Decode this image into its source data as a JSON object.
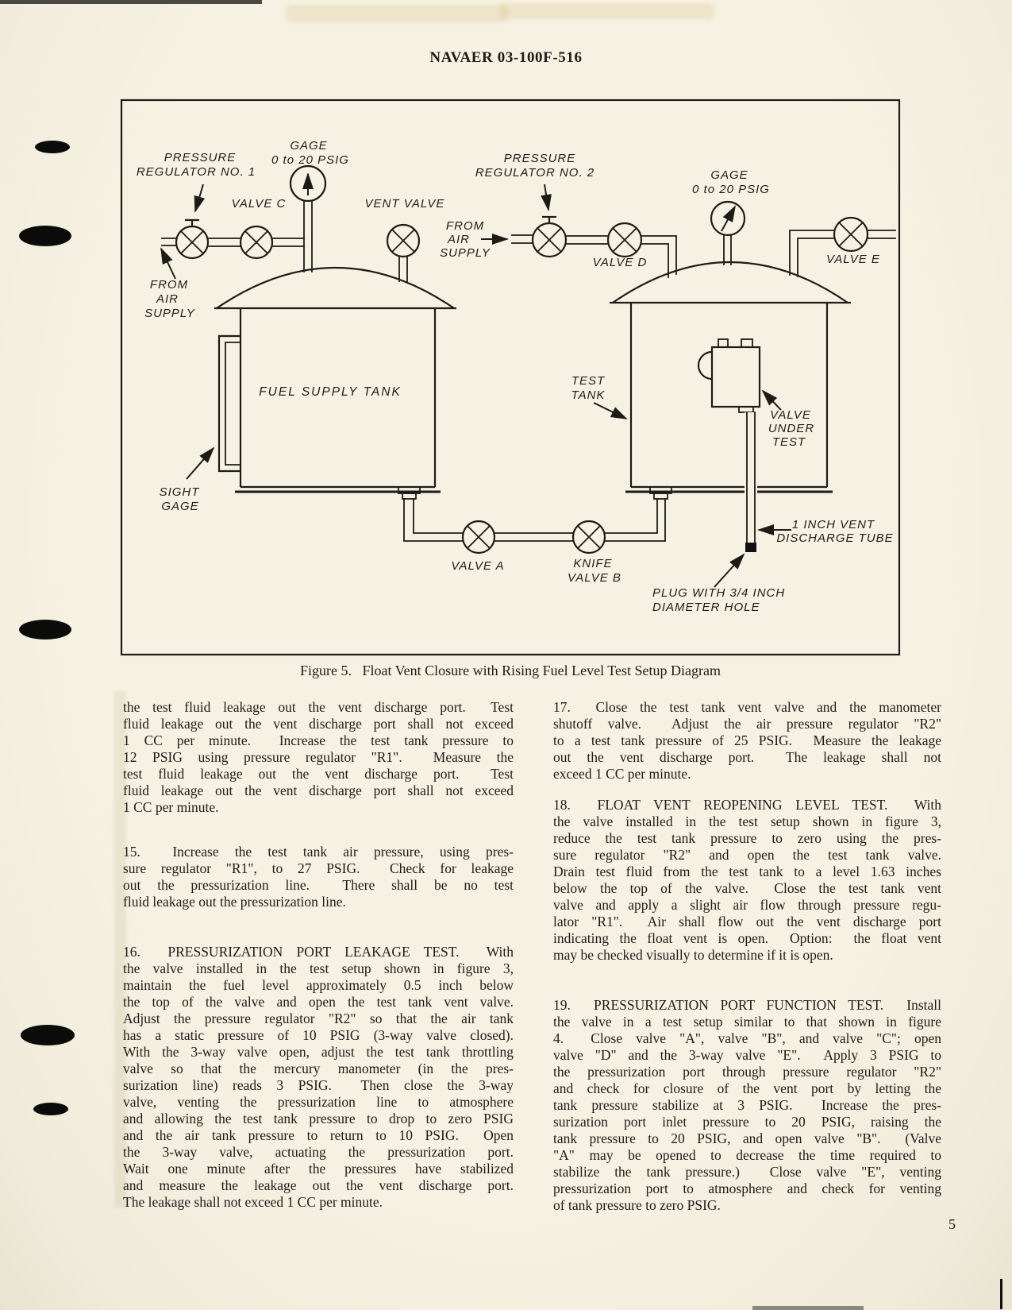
{
  "page": {
    "header": "NAVAER 03-100F-516",
    "page_number": "5"
  },
  "figure": {
    "caption": "Figure 5.   Float Vent Closure with Rising Fuel Level Test Setup Diagram",
    "labels": {
      "regulator1": [
        "PRESSURE",
        "REGULATOR  NO. 1"
      ],
      "gage1": [
        "GAGE",
        "0 to 20  PSIG"
      ],
      "valve_c": "VALVE  C",
      "vent_valve": "VENT VALVE",
      "air_supply_left": [
        "FROM",
        "AIR",
        "SUPPLY"
      ],
      "regulator2": [
        "PRESSURE",
        "REGULATOR  NO. 2"
      ],
      "air_supply_right": [
        "FROM",
        "AIR",
        "SUPPLY"
      ],
      "valve_d": "VALVE  D",
      "gage2": [
        "GAGE",
        "0 to 20  PSIG"
      ],
      "valve_e": "VALVE  E",
      "fuel_tank": "FUEL  SUPPLY  TANK",
      "test_tank": [
        "TEST",
        "TANK"
      ],
      "valve_under_test": [
        "VALVE",
        "UNDER",
        "TEST"
      ],
      "sight_gage": [
        "SIGHT",
        "GAGE"
      ],
      "valve_a": "VALVE  A",
      "knife_valve_b": [
        "KNIFE",
        "VALVE  B"
      ],
      "discharge_tube": [
        "1 INCH  VENT",
        "DISCHARGE  TUBE"
      ],
      "plug": [
        "PLUG  WITH  3/4  INCH",
        "DIAMETER  HOLE"
      ]
    }
  },
  "content": {
    "left_column": {
      "para_14_cont": {
        "lines": [
          "the test fluid leakage out the vent discharge port.  Test",
          "fluid leakage out the vent discharge port shall not exceed",
          "1 CC per minute.  Increase the test tank pressure to",
          "12 PSIG using pressure regulator \"R1\".  Measure the",
          "test fluid leakage out the vent discharge port.  Test",
          "fluid leakage out the vent discharge port shall not exceed",
          "1 CC per minute."
        ]
      },
      "para_15": {
        "lines": [
          "15.  Increase the test tank air pressure, using pres-",
          "sure regulator \"R1\", to 27 PSIG.  Check for leakage",
          "out the pressurization line.  There shall be no test",
          "fluid leakage out the pressurization line."
        ]
      },
      "para_16": {
        "lines": [
          "16.  PRESSURIZATION PORT LEAKAGE TEST.  With",
          "the valve installed in the test setup shown in figure 3,",
          "maintain the fuel level approximately 0.5 inch below",
          "the top of the valve and open the test tank vent valve.",
          "Adjust the pressure regulator \"R2\" so that the air tank",
          "has a static pressure of 10 PSIG (3-way valve closed).",
          "With the 3-way valve open, adjust the test tank throttling",
          "valve so that the mercury manometer (in the pres-",
          "surization line) reads 3 PSIG.  Then close the 3-way",
          "valve, venting the pressurization line to atmosphere",
          "and allowing the test tank pressure to drop to zero PSIG",
          "and the air tank pressure to return to 10 PSIG.  Open",
          "the 3-way valve, actuating the pressurization port.",
          "Wait one minute after the pressures have stabilized",
          "and measure the leakage out the vent discharge port.",
          "The leakage shall not exceed 1 CC per minute."
        ]
      }
    },
    "right_column": {
      "para_17": {
        "lines": [
          "17.  Close the test tank vent valve and the manometer",
          "shutoff valve.  Adjust the air pressure regulator \"R2\"",
          "to a test tank pressure of 25 PSIG.  Measure the leakage",
          "out the vent discharge port.  The leakage shall not",
          "exceed 1 CC per minute."
        ]
      },
      "para_18": {
        "lines": [
          "18.  FLOAT VENT REOPENING LEVEL TEST.  With",
          "the valve installed in the test setup shown in figure 3,",
          "reduce the test tank pressure to zero using the pres-",
          "sure regulator \"R2\" and open the test tank valve.",
          "Drain test fluid from the test tank to a level 1.63 inches",
          "below the top of the valve.  Close the test tank vent",
          "valve and apply a slight air flow through pressure regu-",
          "lator \"R1\".  Air shall flow out the vent discharge port",
          "indicating the float vent is open.  Option:  the float vent",
          "may be checked visually to determine if it is open."
        ]
      },
      "para_19": {
        "lines": [
          "19.  PRESSURIZATION PORT FUNCTION TEST.  Install",
          "the valve in a test setup similar to that shown in figure",
          "4.  Close valve \"A\", valve \"B\", and valve \"C\"; open",
          "valve \"D\" and the 3-way valve \"E\".  Apply 3 PSIG to",
          "the pressurization port through pressure regulator \"R2\"",
          "and check for closure of the vent port by letting the",
          "tank pressure stabilize at 3 PSIG.  Increase the pres-",
          "surization port inlet pressure to 20 PSIG, raising the",
          "tank pressure to 20 PSIG, and open valve \"B\".  (Valve",
          "\"A\" may be opened to decrease the time required to",
          "stabilize the tank pressure.)  Close valve \"E\", venting",
          "pressurization port to atmosphere and check for venting",
          "of tank pressure to zero PSIG."
        ]
      }
    }
  },
  "colors": {
    "paper": "#f5f1e2",
    "ink": "#1c1b18"
  }
}
